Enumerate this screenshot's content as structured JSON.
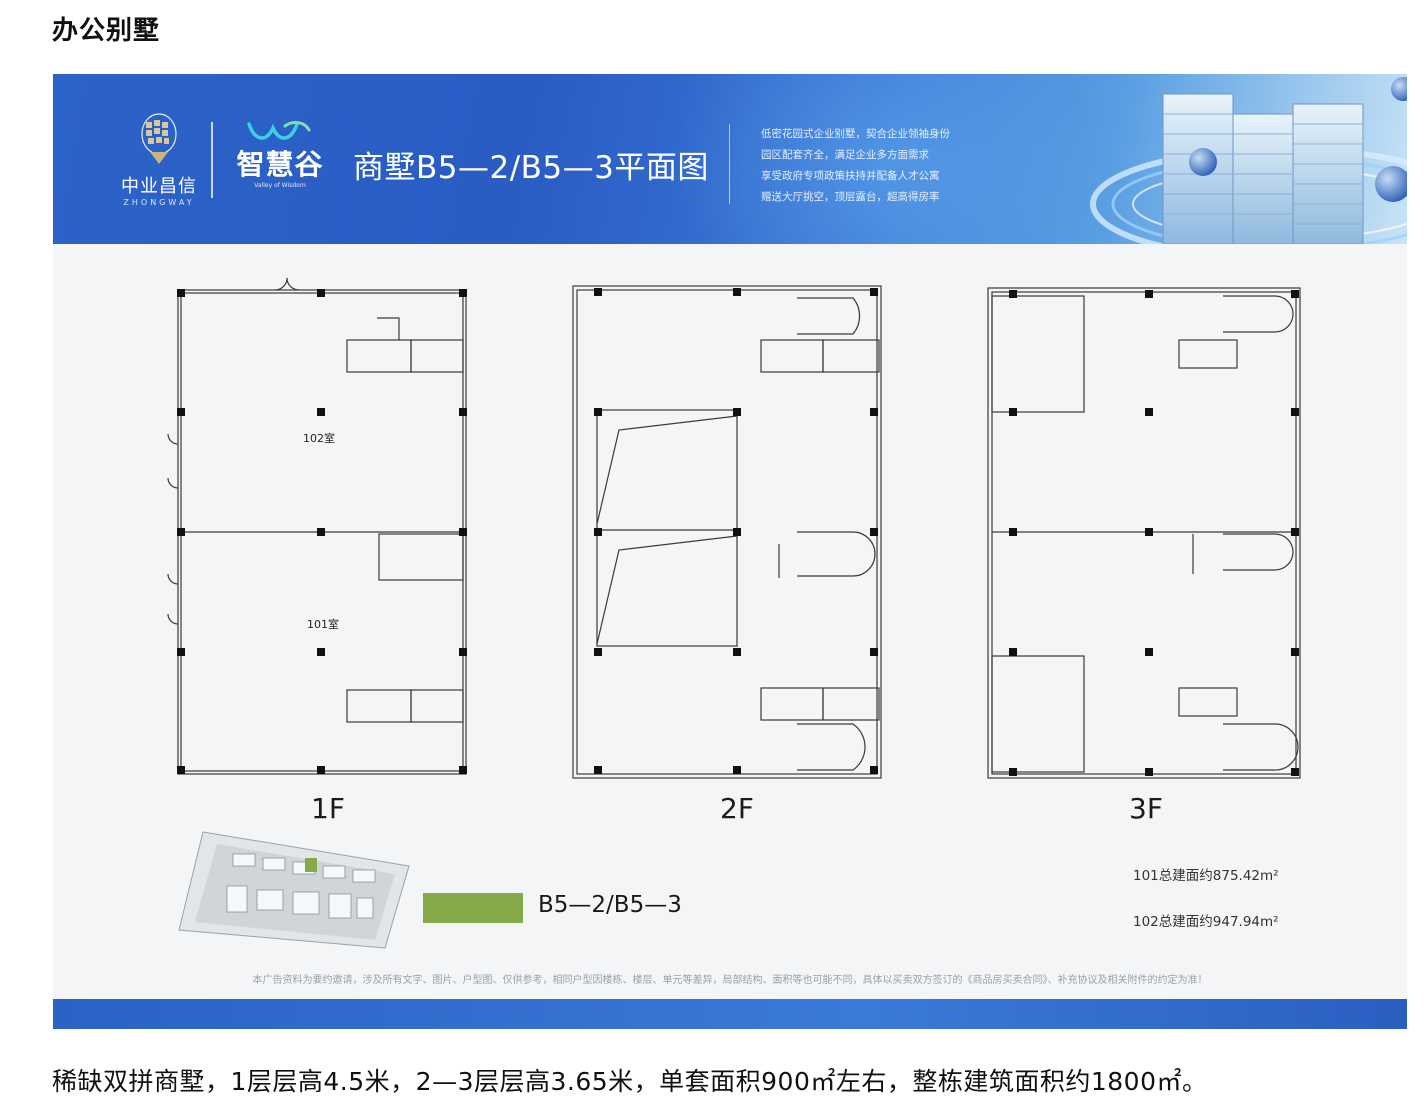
{
  "page": {
    "heading": "办公别墅",
    "caption": "稀缺双拼商墅，1层层高4.5米，2—3层层高3.65米，单套面积900㎡左右，整栋建筑面积约1800㎡。"
  },
  "banner": {
    "brand_zhongway": "中业昌信",
    "brand_zhongway_sub": "ZHONGWAY",
    "brand_valley": "智慧谷",
    "brand_valley_sub": "Valley of Wisdom",
    "title": "商墅B5—2/B5—3平面图",
    "selling_points": [
      "低密花园式企业别墅，契合企业领袖身份",
      "园区配套齐全，满足企业多方面需求",
      "享受政府专项政策扶持并配备人才公寓",
      "赠送大厅挑空，顶层露台，超高得房率"
    ],
    "colors": {
      "primary": "#2c63c8",
      "light": "#c8e3f6"
    }
  },
  "floors": [
    {
      "label": "1F",
      "rooms": [
        "102室",
        "101室"
      ]
    },
    {
      "label": "2F",
      "rooms": []
    },
    {
      "label": "3F",
      "rooms": []
    }
  ],
  "legend": {
    "label": "B5—2/B5—3",
    "color": "#86a94a"
  },
  "areas": [
    "101总建面约875.42m²",
    "102总建面约947.94m²"
  ],
  "disclaimer": "本广告资料为要约邀请，涉及所有文字、图片、户型图、仅供参考，相同户型因楼栋、楼层、单元等差异，局部结构、面积等也可能不同，具体以买卖双方签订的《商品房买卖合同》、补充协议及相关附件的约定为准！"
}
